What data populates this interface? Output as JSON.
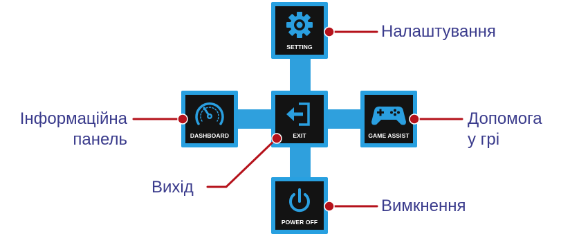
{
  "menu": {
    "setting": {
      "caption": "SETTING",
      "icon": "gear-icon"
    },
    "dashboard": {
      "caption": "DASHBOARD",
      "icon": "speedometer-icon"
    },
    "exit": {
      "caption": "EXIT",
      "icon": "exit-arrow-icon"
    },
    "game_assist": {
      "caption": "GAME ASSIST",
      "icon": "gamepad-icon"
    },
    "power_off": {
      "caption": "POWER OFF",
      "icon": "power-icon"
    }
  },
  "labels": {
    "setting": "Налаштування",
    "dashboard_line1": "Інформаційна",
    "dashboard_line2": "панель",
    "game_assist_line1": "Допомога",
    "game_assist_line2": "у грі",
    "exit": "Вихід",
    "power_off": "Вимкнення"
  },
  "colors": {
    "tile_border": "#28a0e0",
    "tile_fill": "#131313",
    "connector": "#2fa0dd",
    "leader_line": "#b5121b",
    "label_text": "#3a3b8c"
  }
}
